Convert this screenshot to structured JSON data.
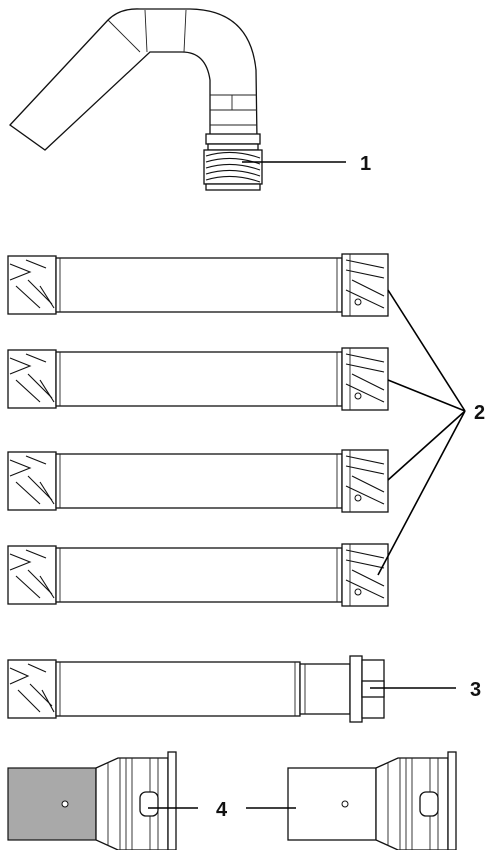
{
  "figure": {
    "background": "#ffffff",
    "line_color": "#111111",
    "grey_fill": "#a9a9a9"
  },
  "callouts": [
    {
      "id": "1",
      "label": "1",
      "part": "bent-suction-pipe"
    },
    {
      "id": "2",
      "label": "2",
      "part": "extension-tube",
      "count": 4
    },
    {
      "id": "3",
      "label": "3",
      "part": "end-tube-with-flange"
    },
    {
      "id": "4",
      "label": "4",
      "part": "adapter-pair"
    }
  ]
}
